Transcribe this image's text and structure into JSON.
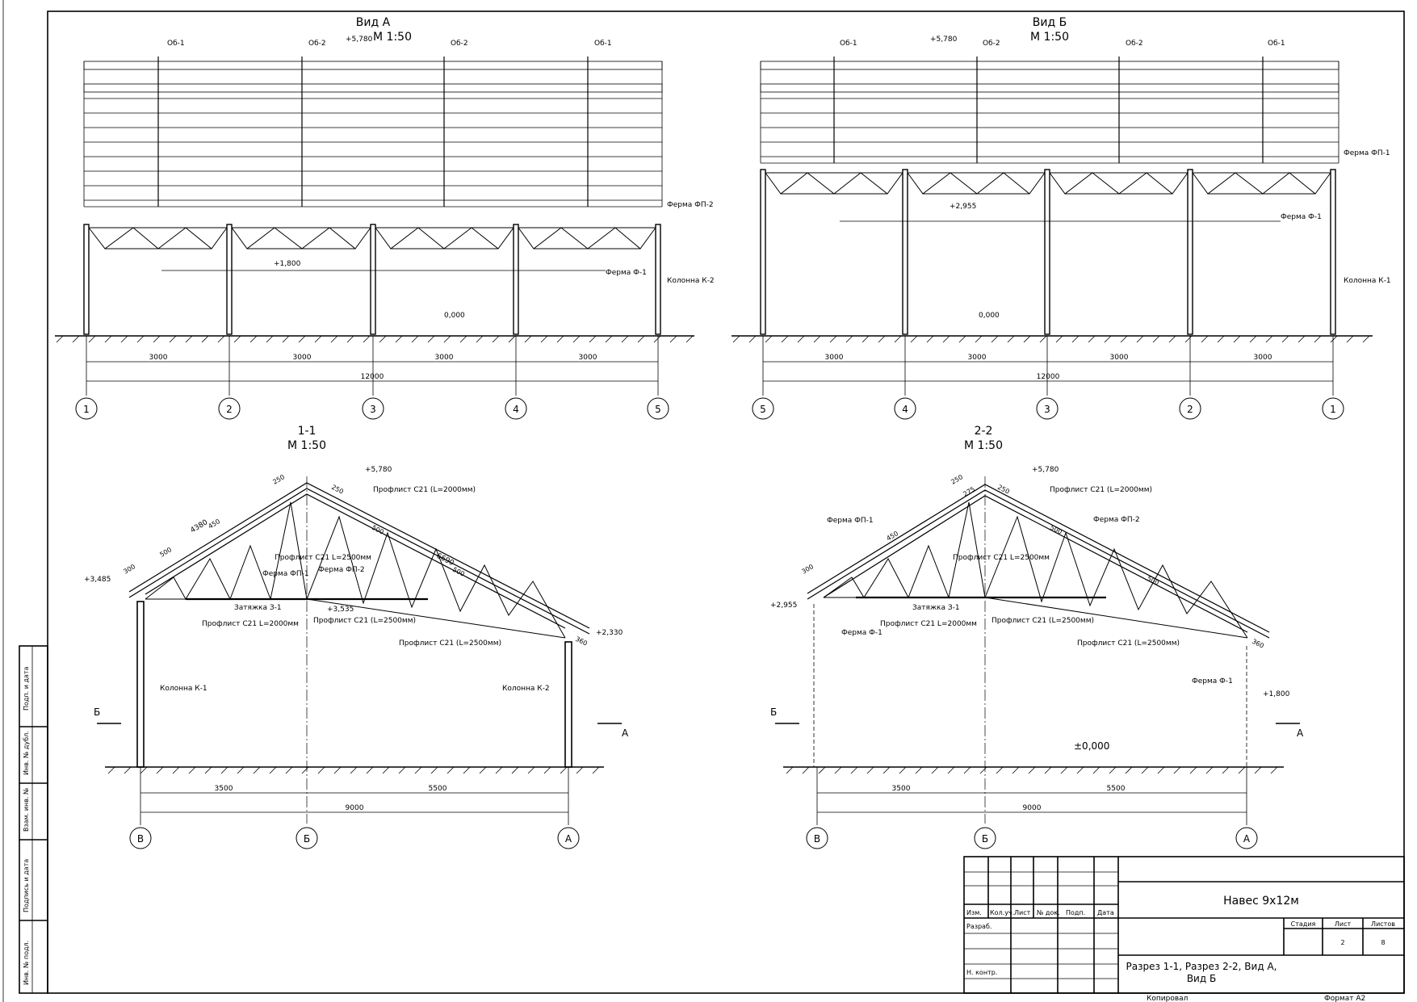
{
  "views": {
    "vid_a": {
      "title": "Вид А",
      "scale": "М 1:50"
    },
    "vid_b": {
      "title": "Вид Б",
      "scale": "М 1:50"
    },
    "sec11": {
      "title": "1-1",
      "scale": "М 1:50"
    },
    "sec22": {
      "title": "2-2",
      "scale": "М 1:50"
    }
  },
  "labels": {
    "ob1": "Об-1",
    "ob2": "Об-2",
    "fp1": "Ферма ФП-1",
    "fp2": "Ферма ФП-2",
    "f1": "Ферма Ф-1",
    "k1": "Колонна К-1",
    "k2": "Колонна К-2",
    "z31": "Затяжка З-1",
    "pr2000": "Профлист С21 (L=2000мм)",
    "pr2500a": "Профлист С21 L=2500мм",
    "pr2000b": "Профлист С21 L=2000мм",
    "pr2500b": "Профлист С21 (L=2500мм)",
    "pr2500c": "Профлист С21 (L=2500мм)",
    "secB": "Б",
    "secA": "А"
  },
  "elevations": {
    "e5780": "+5,780",
    "e1800": "+1,800",
    "e2955": "+2,955",
    "e0000": "0,000",
    "e3485": "+3,485",
    "e3535": "+3,535",
    "e2330": "+2,330",
    "e2955b": "+2,955",
    "e1800b": "+1,800",
    "epm0": "±0,000"
  },
  "dims": {
    "d3000": "3000",
    "d12000": "12000",
    "d3500": "3500",
    "d5500": "5500",
    "d9000": "9000",
    "d4380": "4380",
    "d6690": "6690",
    "d250": "250",
    "d275": "275",
    "d300": "300",
    "d360": "360",
    "d450": "450",
    "d500": "500"
  },
  "axes": {
    "a1": "1",
    "a2": "2",
    "a3": "3",
    "a4": "4",
    "a5": "5",
    "aV": "В",
    "aB": "Б",
    "aA": "А"
  },
  "side_stamp": [
    "Подп. и дата",
    "Инв. № дубл.",
    "Взам. инв. №",
    "Подпись и дата",
    "Инв. № подл."
  ],
  "title_block": {
    "cols": [
      "Изм.",
      "Кол.уч.",
      "Лист",
      "№ док.",
      "Подп.",
      "Дата"
    ],
    "razrab": "Разраб.",
    "nkontr": "Н. контр.",
    "project": "Навес 9х12м",
    "stage_h": "Стадия",
    "sheet_h": "Лист",
    "sheets_h": "Листов",
    "sheet_no": "2",
    "sheets_total": "8",
    "drawing_title": "Разрез 1-1, Разрез 2-2, Вид А, Вид Б",
    "copied": "Копировал",
    "format": "Формат А2"
  }
}
